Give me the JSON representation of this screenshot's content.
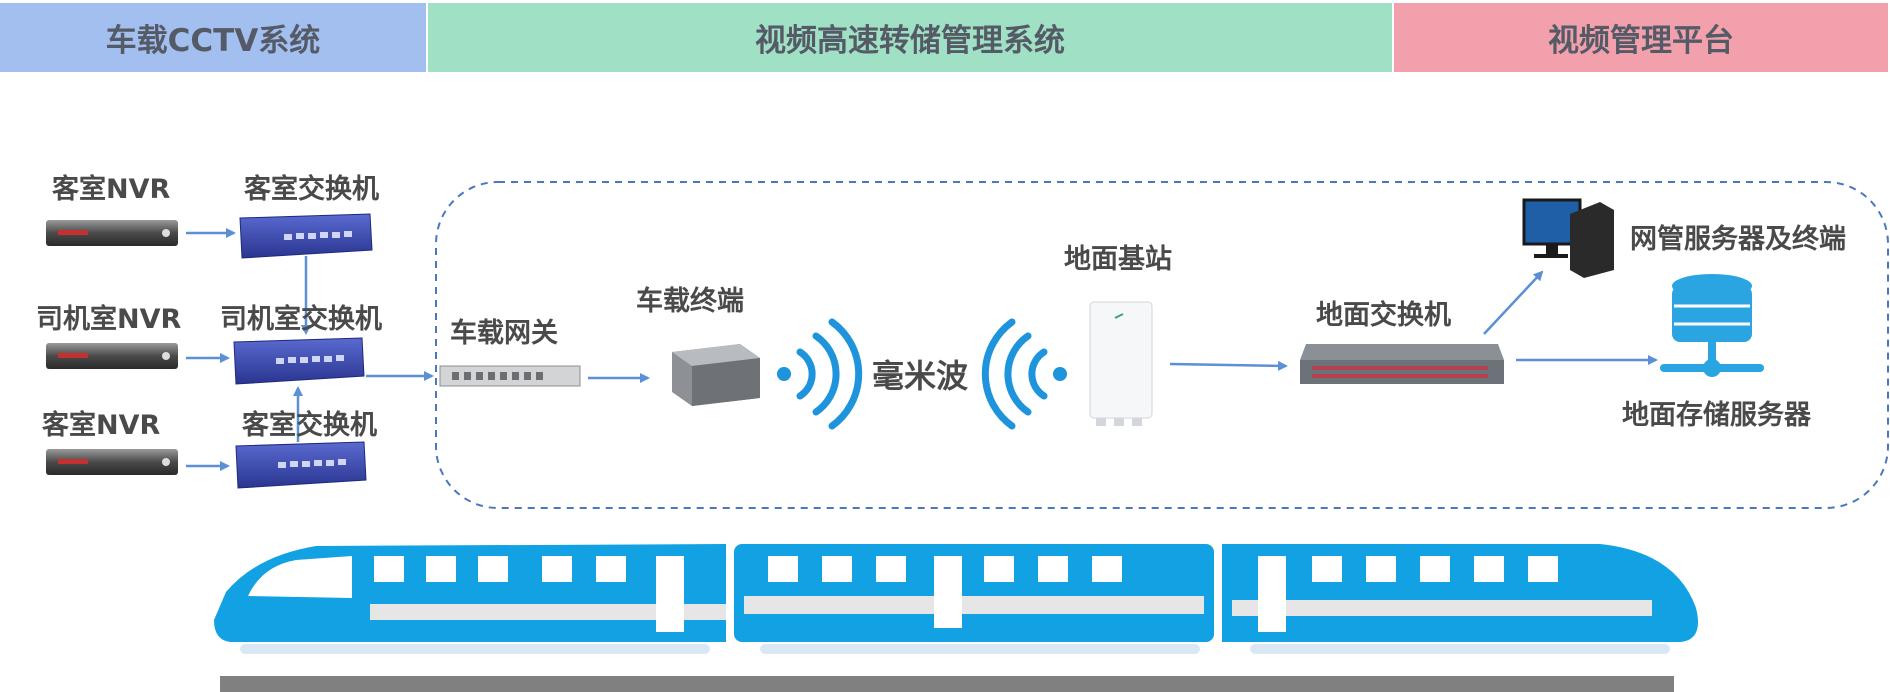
{
  "bands": {
    "cctv": "车载CCTV系统",
    "transfer": "视频高速转储管理系统",
    "platform": "视频管理平台"
  },
  "labels": {
    "nvr_passenger_1": "客室NVR",
    "switch_passenger_1": "客室交换机",
    "nvr_driver": "司机室NVR",
    "switch_driver": "司机室交换机",
    "nvr_passenger_2": "客室NVR",
    "switch_passenger_2": "客室交换机",
    "gateway": "车载网关",
    "terminal": "车载终端",
    "mmwave": "毫米波",
    "base_station": "地面基站",
    "ground_switch": "地面交换机",
    "nms": "网管服务器及终端",
    "storage": "地面存储服务器"
  },
  "colors": {
    "band_cctv": "#a3bff0",
    "band_transfer": "#a0e0c4",
    "band_platform": "#f2a1ac",
    "arrow": "#5b8fd6",
    "train": "#12a2e4",
    "wave": "#1d94db"
  }
}
